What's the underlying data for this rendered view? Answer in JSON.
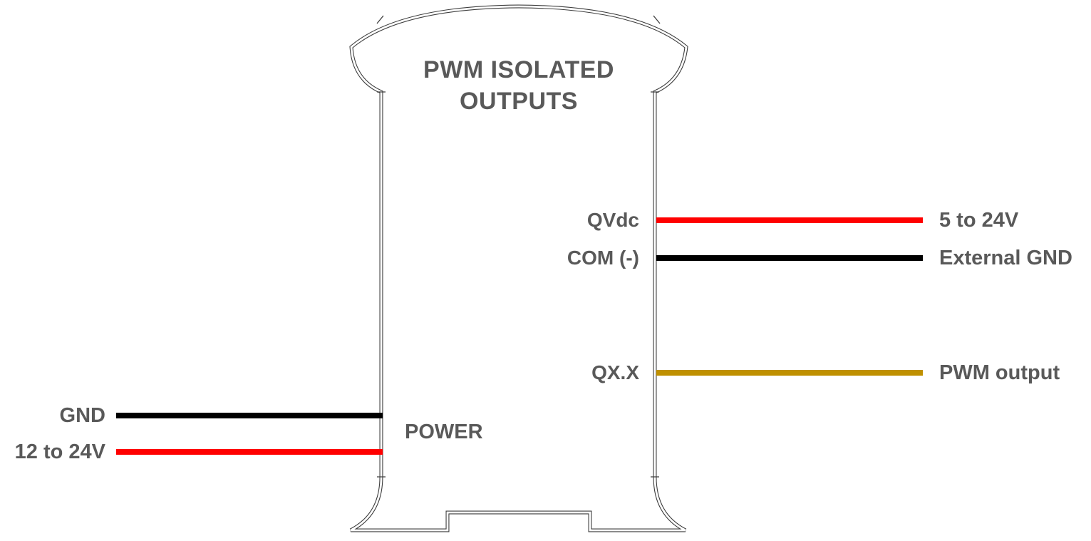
{
  "colors": {
    "text": "#595959",
    "outline": "#3d3d3d",
    "red": "#ff0000",
    "black": "#000000",
    "gold": "#bf9000"
  },
  "device": {
    "title_line1": "PWM ISOLATED",
    "title_line2": "OUTPUTS",
    "power_label": "POWER"
  },
  "right_ports": [
    {
      "terminal": "QVdc",
      "wire_color": "#ff0000",
      "external_label": "5 to 24V"
    },
    {
      "terminal": "COM (-)",
      "wire_color": "#000000",
      "external_label": "External GND"
    },
    {
      "terminal": "QX.X",
      "wire_color": "#bf9000",
      "external_label": "PWM output"
    }
  ],
  "left_ports": [
    {
      "external_label": "GND",
      "wire_color": "#000000"
    },
    {
      "external_label": "12 to 24V",
      "wire_color": "#ff0000"
    }
  ]
}
